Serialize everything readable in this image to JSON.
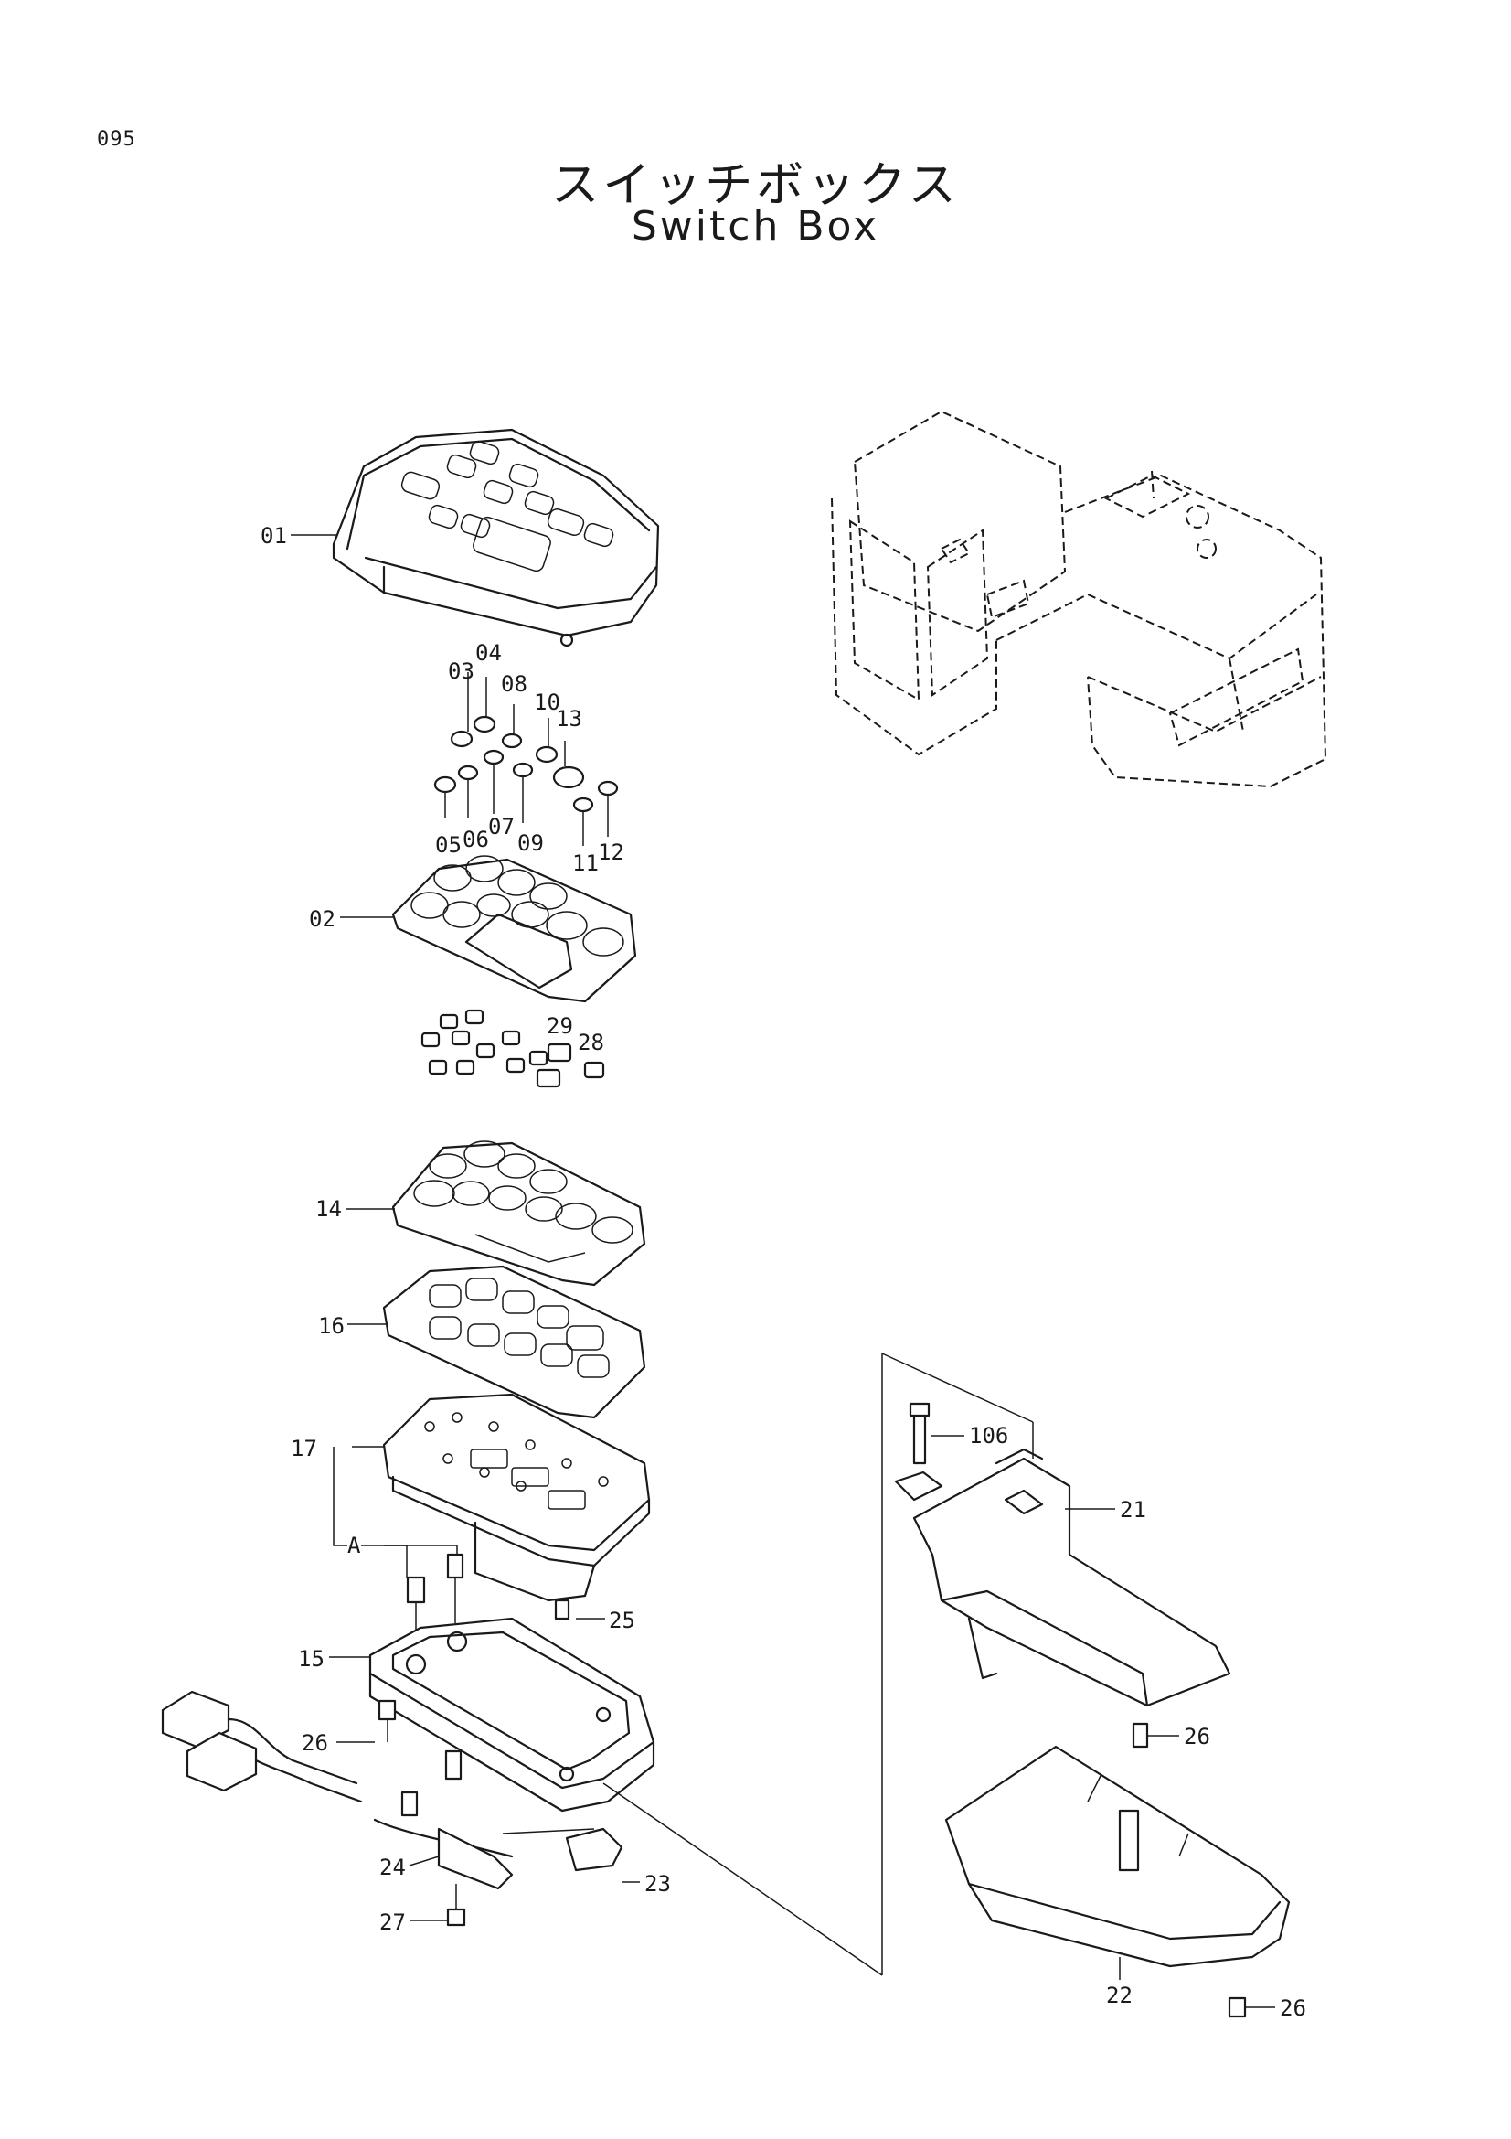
{
  "page": {
    "number": "095",
    "title_jp": "スイッチボックス",
    "title_en": "Switch Box"
  },
  "callouts": {
    "p01": "01",
    "p02": "02",
    "p03": "03",
    "p04": "04",
    "p05": "05",
    "p06": "06",
    "p07": "07",
    "p08": "08",
    "p09": "09",
    "p10": "10",
    "p11": "11",
    "p12": "12",
    "p13": "13",
    "p14": "14",
    "p15": "15",
    "p16": "16",
    "p17": "17",
    "p21": "21",
    "p22": "22",
    "p23": "23",
    "p24": "24",
    "p25": "25",
    "p26a": "26",
    "p26b": "26",
    "p26c": "26",
    "p27": "27",
    "p28": "28",
    "p29": "29",
    "p106": "106",
    "pA": "A"
  }
}
